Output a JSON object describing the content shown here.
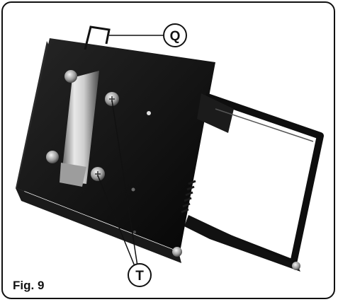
{
  "figure": {
    "caption": "Fig. 9",
    "callouts": [
      {
        "id": "q",
        "label": "Q"
      },
      {
        "id": "t",
        "label": "T"
      }
    ]
  },
  "colors": {
    "frame_border": "#111111",
    "plate": "#0d0d0d",
    "callout_fill": "#ffffff"
  }
}
